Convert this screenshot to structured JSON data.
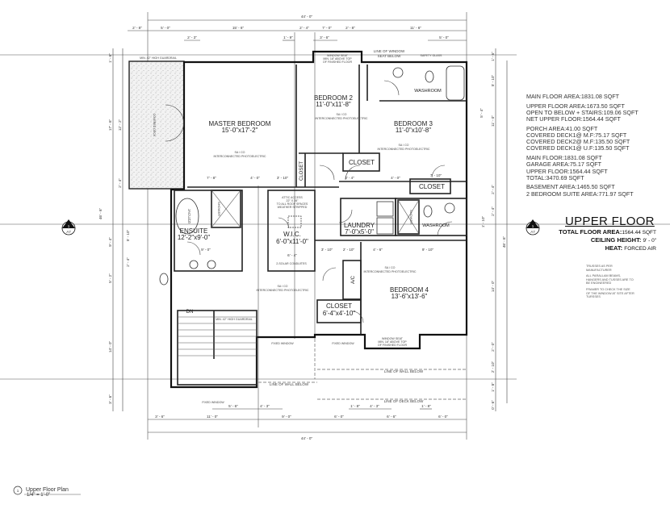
{
  "sheet": {
    "title": "UPPER FLOOR",
    "total_floor_area_label": "TOTAL FLOOR AREA:",
    "total_floor_area_value": "1564.44 SQFT",
    "ceiling_height_label": "CEILING HEIGHT:",
    "ceiling_height_value": "9' - 0\"",
    "heat_label": "HEAT:",
    "heat_value": "FORCED AIR",
    "view_caption": "Upper Floor Plan",
    "view_number": "1",
    "view_scale": "1/4\" = 1'-0\"",
    "section_marker_number": "1",
    "section_marker_sheet": "A7"
  },
  "area_notes": [
    [
      "MAIN FLOOR AREA:1831.08 SQFT"
    ],
    [
      "UPPER FLOOR AREA:1673.50 SQFT",
      "OPEN TO BELOW + STAIRS:109.06 SQFT",
      "NET UPPER FLOOR:1564.44 SQFT"
    ],
    [
      "PORCH AREA:41.00 SQFT",
      "COVERED DECK1@ M.F:75.17 SQFT",
      "COVERED DECK2@ M.F:135.50 SQFT",
      "COVERED DECK1@ U.F:135.50 SQFT"
    ],
    [
      "MAIN FLOOR:1831.08 SQFT",
      "GARAGE AREA:75.17 SQFT",
      "UPPER FLOOR:1564.44 SQFT",
      "TOTAL:3470.69 SQFT"
    ],
    [
      "BASEMENT AREA:1465.50 SQFT",
      "2 BEDROOM SUITE AREA:771.97 SQFT"
    ]
  ],
  "truss_notes": [
    "TRUSSES AS PER MANUFACTURER",
    "ALL PARALLAM BEAMS, HANGERS AND TUSSES ARE TO BE ENGINEERED",
    "FRAMER TO CHECK THE SIZE OF THE WINDOW AT SITE AFTER TURSSES"
  ],
  "rooms": {
    "master": {
      "name": "MASTER BEDROOM",
      "size": "15'-0\"x17'-2\""
    },
    "bed2": {
      "name": "BEDROOM 2",
      "size": "11'-0\"x11'-8\""
    },
    "bed3": {
      "name": "BEDROOM 3",
      "size": "11'-0\"x10'-8\""
    },
    "bed4": {
      "name": "BEDROOM 4",
      "size": "13'-6\"x13'-6\""
    },
    "ensuite": {
      "name": "ENSUITE",
      "size": "12'-2\"x9'-0\""
    },
    "wic": {
      "name": "W.I.C.",
      "size": "6'-0\"x11'-0\""
    },
    "laundry": {
      "name": "LAUNDRY",
      "size": "7'-0\"x5'-0\""
    },
    "closet4": {
      "name": "CLOSET",
      "size": "6'-4\"x4'-10\""
    },
    "closet2": "CLOSET",
    "closet3": "CLOSET",
    "closet_v": "CLOSET",
    "washroom1": "WASHROOM",
    "washroom2": "WASHROOM",
    "ac": "A/C",
    "jacuzzi": "JACUZZI",
    "shower1": "SHOWER",
    "shower2": "SHOWER",
    "down": "DN"
  },
  "annotations": {
    "smoke": "SA / CO",
    "smoke2": "INTERCONNECTED PHOTOELECTRIC",
    "guardrail": "MIN. 42\" HIGH GUARDRAIL",
    "covered_deck": "COVERED DECK",
    "attic": "ATTIC ACCESS",
    "attic2": "22\" X 28\"",
    "attic3": "TO ALL ROOF SPACES",
    "attic4": "WEATHER STRIPPED",
    "solar": "2-SOLAR CONDUITES",
    "window_seat": "WINDOW SEAT",
    "window_seat2": "MIN. 18\" ABOVE TOP",
    "window_seat3": "OF FINISHED FLOOR",
    "line_window": "LINE OF WINDOW",
    "line_window2": "SEAT BELOW",
    "safety_glass": "SAFETY GLASS",
    "fixed_window": "FIXED WINDOW",
    "wall_below": "LINE OF WALL BELOW",
    "deck_below": "LINE OF DECK BELOW"
  },
  "dimensions": {
    "top_overall": "44' - 0\"",
    "top_row": [
      "2' - 8\"",
      "5' - 0\"",
      "15' - 6\"",
      "2' - 4\"",
      "7' - 0\"",
      "2' - 8\"",
      "11' - 6\""
    ],
    "top_row2": [
      "2' - 3\"",
      "1' - 9\"",
      "3' - 6\"",
      "5' - 0\""
    ],
    "left": [
      "1' - 6\"",
      "17' - 6\"",
      "12' - 2\"",
      "2' - 4\"",
      "9' - 4\"",
      "5' - 10\"",
      "2' - 4\"",
      "5' - 2\"",
      "14' - 0\"",
      "3' - 6\""
    ],
    "left_overall": "46' - 6\"",
    "right": [
      "1' - 6\"",
      "5' - 10\"",
      "11' - 0\"",
      "5' - 4\"",
      "2' - 4\"",
      "2' - 4\"",
      "1' - 10\"",
      "14' - 0\"",
      "2' - 0\"",
      "2' - 10\"",
      "1' - 8\"",
      "0' - 6\""
    ],
    "right_overall": "46' - 6\"",
    "bottom_row": [
      "3' - 6\"",
      "11' - 0\"",
      "9' - 0\"",
      "6' - 0\"",
      "6' - 6\"",
      "6' - 0\""
    ],
    "bottom_row2": [
      "5' - 6\"",
      "4' - 3\"",
      "1' - 8\"",
      "4' - 3\"",
      "1' - 8\""
    ],
    "bottom_overall": "44' - 0\"",
    "interior": [
      "7' - 8\"",
      "4' - 0\"",
      "3' - 10\"",
      "3' - 4\"",
      "4' - 0\"",
      "7' - 10\"",
      "9' - 0\"",
      "6' - 4\"",
      "3' - 10\"",
      "2' - 10\"",
      "4' - 6\"",
      "9' - 10\""
    ]
  }
}
